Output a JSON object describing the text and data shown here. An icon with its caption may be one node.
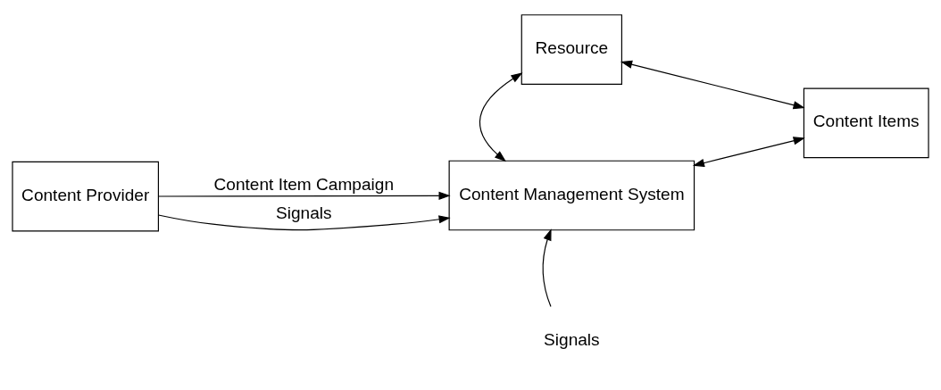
{
  "diagram": {
    "nodes": [
      {
        "text": [
          "Content Provider"
        ]
      },
      {
        "text": [
          "Content Management System"
        ]
      },
      {
        "text": [
          "Resource"
        ]
      },
      {
        "text": [
          "Content Items"
        ]
      },
      {
        "text": [
          "Signals"
        ]
      }
    ],
    "edges": [
      {
        "from": 0,
        "to": 1,
        "arrow": "to",
        "label": "Content Item Campaign"
      },
      {
        "from": 0,
        "to": 1,
        "arrow": "to",
        "label": "Signals"
      },
      {
        "from": 2,
        "to": 1,
        "arrow": "both"
      },
      {
        "from": 1,
        "to": 3,
        "arrow": "both"
      },
      {
        "from": 2,
        "to": 3,
        "arrow": "both"
      },
      {
        "from": 4,
        "to": 1,
        "arrow": "to"
      }
    ]
  }
}
